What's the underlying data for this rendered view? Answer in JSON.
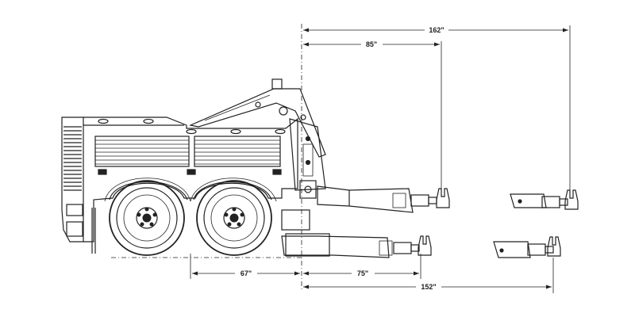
{
  "dimensions": {
    "top_long": "162\"",
    "top_short": "85\"",
    "bottom_left": "67\"",
    "bottom_mid": "75\"",
    "bottom_long": "152\""
  },
  "colors": {
    "line": "#222222",
    "background": "#ffffff"
  }
}
